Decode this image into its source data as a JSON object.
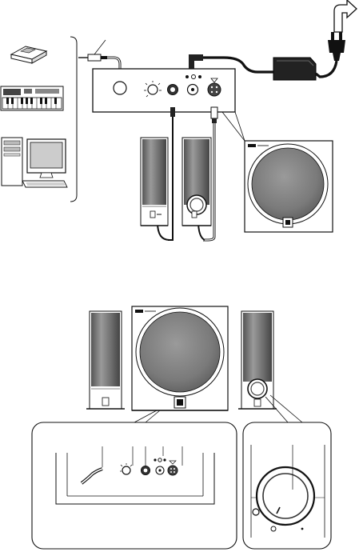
{
  "diagram": {
    "connection_diagram": {
      "sources": [
        {
          "name": "portable-audio-player-icon"
        },
        {
          "name": "keyboard-synthesizer-icon"
        },
        {
          "name": "desktop-computer-icon"
        }
      ],
      "devices": [
        {
          "name": "control-panel"
        },
        {
          "name": "left-satellite-speaker"
        },
        {
          "name": "right-satellite-speaker"
        },
        {
          "name": "subwoofer-unit"
        },
        {
          "name": "ac-adapter"
        },
        {
          "name": "wall-outlet-plug"
        }
      ],
      "power_arrow_icon": "arrow-bend-icon"
    },
    "front_view": {
      "units": [
        {
          "name": "front-left-speaker"
        },
        {
          "name": "front-subwoofer"
        },
        {
          "name": "front-right-speaker"
        }
      ],
      "callouts": [
        {
          "name": "rear-panel-callout"
        },
        {
          "name": "volume-knob-callout"
        }
      ]
    }
  },
  "colors": {
    "line": "#111111",
    "dark_fill": "#333333",
    "grille_gray": "#8c8c8c",
    "woofer_gray": "#7a7a7a",
    "light_gray": "#d8d8d8",
    "adapter": "#222222"
  }
}
